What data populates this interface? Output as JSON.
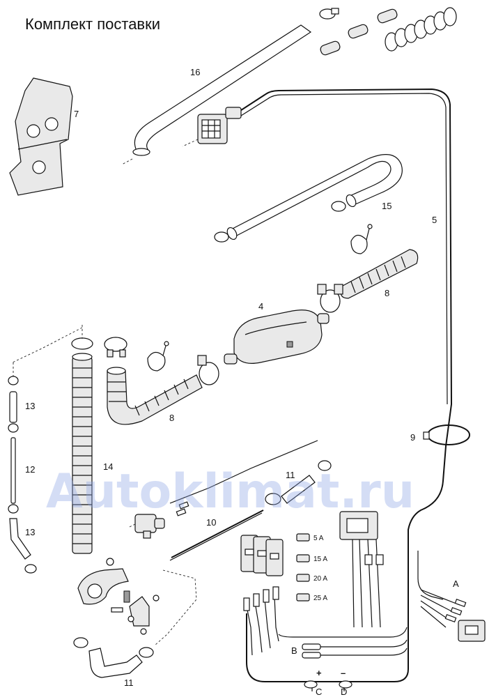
{
  "title": "Комплект поставки",
  "watermark": "Autoklimat.ru",
  "callouts": {
    "c16": "16",
    "c7": "7",
    "c15": "15",
    "c5": "5",
    "c4": "4",
    "c8a": "8",
    "c8b": "8",
    "c9": "9",
    "c13a": "13",
    "c12": "12",
    "c13b": "13",
    "c14": "14",
    "c11a": "11",
    "c10": "10",
    "c11b": "11",
    "cA": "A",
    "cB": "B",
    "cC": "C",
    "cD": "D",
    "cPlus": "+",
    "cMinus": "–"
  },
  "fuses": [
    "5 A",
    "15 A",
    "20 A",
    "25 A"
  ],
  "colors": {
    "line": "#111111",
    "part_fill": "#e9e9e9",
    "watermark": "#8ea6e6"
  }
}
